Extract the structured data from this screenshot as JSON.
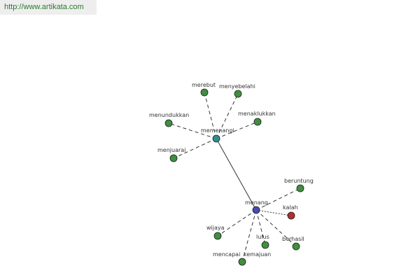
{
  "header": {
    "url": "http://www.artikata.com"
  },
  "colors": {
    "hub_primary": "#2f8f8f",
    "hub_secondary": "#4a4ab0",
    "related": "#3f8f3f",
    "antonym": "#b03030",
    "edge": "#333333"
  },
  "graph": {
    "nodes": [
      {
        "id": "memenangi",
        "label": "memenangi",
        "kind": "hub_primary"
      },
      {
        "id": "menang",
        "label": "menang",
        "kind": "hub_secondary"
      },
      {
        "id": "merebut",
        "label": "merebut",
        "kind": "related"
      },
      {
        "id": "menyebelahi",
        "label": "menyebelahi",
        "kind": "related"
      },
      {
        "id": "menundukkan",
        "label": "menundukkan",
        "kind": "related"
      },
      {
        "id": "menaklukkan",
        "label": "menaklukkan",
        "kind": "related"
      },
      {
        "id": "menjuarai",
        "label": "menjuarai",
        "kind": "related"
      },
      {
        "id": "beruntung",
        "label": "beruntung",
        "kind": "related"
      },
      {
        "id": "kalah",
        "label": "kalah",
        "kind": "antonym"
      },
      {
        "id": "wijaya",
        "label": "wijaya",
        "kind": "related"
      },
      {
        "id": "lulus",
        "label": "lulus",
        "kind": "related"
      },
      {
        "id": "berhasil",
        "label": "berhasil",
        "kind": "related"
      },
      {
        "id": "mencapai",
        "label": "mencapai",
        "kind": "related"
      },
      {
        "id": "kemajuan",
        "label": "kemajuan",
        "kind": "related"
      }
    ],
    "edges": [
      {
        "from": "memenangi",
        "to": "menang",
        "style": "solid"
      },
      {
        "from": "memenangi",
        "to": "merebut",
        "style": "dashed"
      },
      {
        "from": "memenangi",
        "to": "menyebelahi",
        "style": "dashed"
      },
      {
        "from": "memenangi",
        "to": "menundukkan",
        "style": "dashed"
      },
      {
        "from": "memenangi",
        "to": "menaklukkan",
        "style": "dashed"
      },
      {
        "from": "memenangi",
        "to": "menjuarai",
        "style": "dashed"
      },
      {
        "from": "menang",
        "to": "beruntung",
        "style": "dashed"
      },
      {
        "from": "menang",
        "to": "kalah",
        "style": "dotted"
      },
      {
        "from": "menang",
        "to": "wijaya",
        "style": "dashed"
      },
      {
        "from": "menang",
        "to": "lulus",
        "style": "dashed"
      },
      {
        "from": "menang",
        "to": "berhasil",
        "style": "dashed"
      },
      {
        "from": "menang",
        "to": "kemajuan",
        "style": "dashed"
      }
    ]
  }
}
